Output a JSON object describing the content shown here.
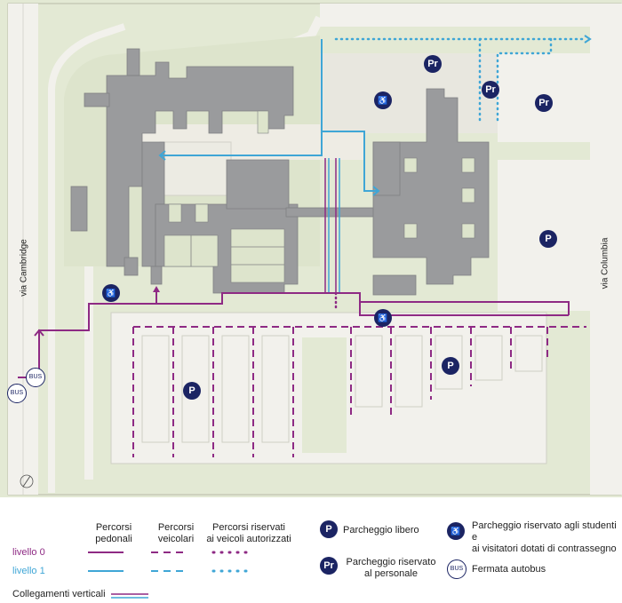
{
  "streets": {
    "west": "via Cambridge",
    "east": "via Columbia"
  },
  "map_markers": {
    "parking_free": "P",
    "parking_staff": "Pr",
    "bus": "BUS"
  },
  "legend": {
    "col_pedestrian": "Percorsi\npedonali",
    "col_vehicle": "Percorsi\nveicolari",
    "col_reserved": "Percorsi riservati\nai veicoli autorizzati",
    "level0": "livello 0",
    "level1": "livello 1",
    "vertical": "Collegamenti verticali",
    "free_parking": "Parcheggio libero",
    "staff_parking": "Parcheggio riservato\nal personale",
    "disabled_parking": "Parcheggio riservato agli studenti e\nai visitatori dotati di contrassegno",
    "bus_stop": "Fermata autobus"
  },
  "colors": {
    "level0": "#8e2a84",
    "level1": "#3fa6d6",
    "badge": "#1b2463",
    "building": "#9a9b9d",
    "ground": "#e3e9d4",
    "road": "#f2f1ec"
  },
  "icons": [
    "parking-icon",
    "staff-parking-icon",
    "disabled-parking-icon",
    "bus-stop-icon",
    "compass-icon"
  ]
}
